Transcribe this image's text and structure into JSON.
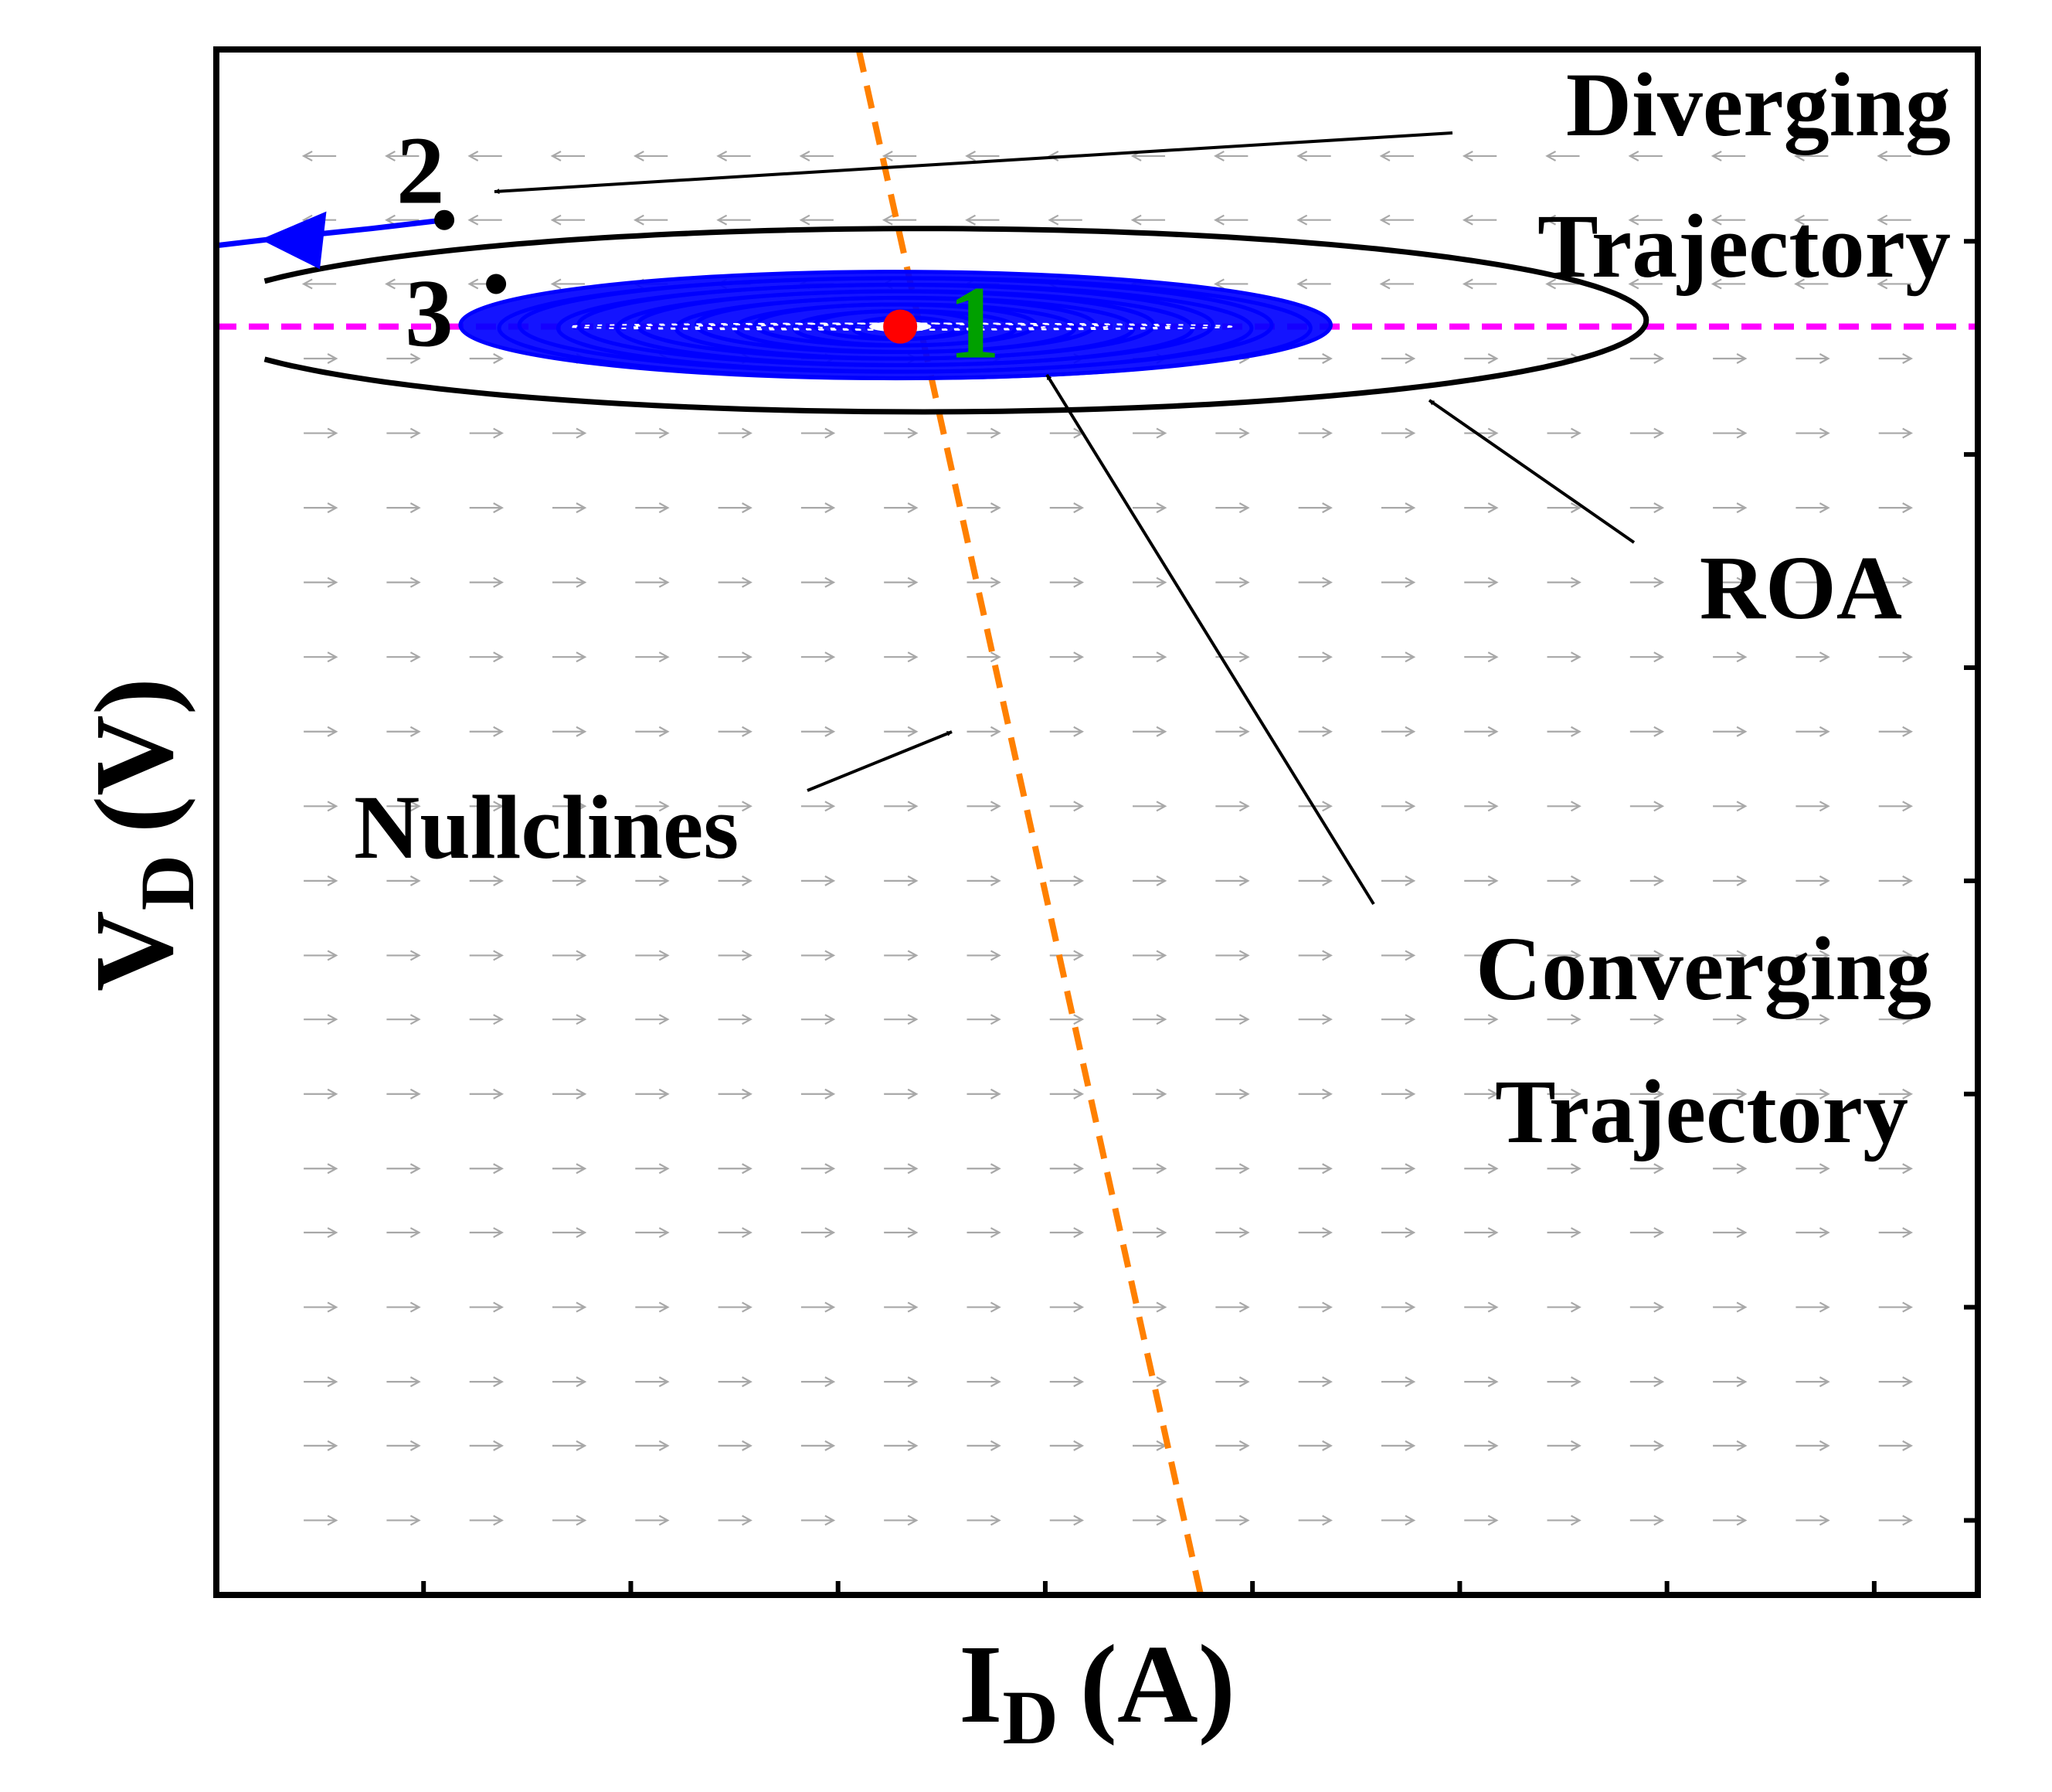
{
  "chart_data": {
    "type": "phase-portrait",
    "title": "",
    "xlabel": {
      "main": "I",
      "sub": "D",
      "unit": "(A)"
    },
    "ylabel": {
      "main": "V",
      "sub": "D",
      "unit": "(V)"
    },
    "xlim": [
      0,
      8.5
    ],
    "ylim": [
      0,
      7.25
    ],
    "xticks": [
      1,
      2,
      3,
      4,
      5,
      6,
      7,
      8
    ],
    "yticks": [
      0.35,
      1.35,
      2.35,
      3.35,
      4.35,
      5.35,
      6.35
    ],
    "tick_labels_shown": false,
    "colors": {
      "axes": "#000000",
      "vector_field": "#a8a8a8",
      "nullcline_v": "#ff8000",
      "nullcline_i": "#ff00ff",
      "converging": "#0000ff",
      "diverging": "#0000ff",
      "equilibrium": "#ff0000",
      "label_equilibrium": "#00a000",
      "roa": "#000000"
    },
    "vector_field": {
      "rows_v": [
        6.75,
        6.45,
        6.15,
        5.8,
        5.45,
        5.1,
        4.75,
        4.4,
        4.05,
        3.7,
        3.35,
        3.0,
        2.7,
        2.35,
        2.0,
        1.7,
        1.35,
        1.0,
        0.7,
        0.35
      ],
      "cols_i": [
        0.5,
        0.9,
        1.3,
        1.7,
        2.1,
        2.5,
        2.9,
        3.3,
        3.7,
        4.1,
        4.5,
        4.9,
        5.3,
        5.7,
        6.1,
        6.5,
        6.9,
        7.3,
        7.7,
        8.1
      ],
      "equilibrium_v": 5.95
    },
    "nullclines": [
      {
        "kind": "dI/dt=0",
        "points": [
          [
            3.1,
            7.25
          ],
          [
            4.75,
            0
          ]
        ]
      },
      {
        "kind": "dV/dt=0",
        "points": [
          [
            0,
            5.95
          ],
          [
            8.5,
            5.95
          ]
        ]
      }
    ],
    "roa_ellipse": {
      "center": [
        3.4,
        5.98
      ],
      "semi_axis_i": 3.5,
      "semi_axis_v": 0.43
    },
    "points": [
      {
        "id": "equilibrium",
        "label": "1",
        "i": 3.3,
        "v": 5.95
      },
      {
        "id": "start-diverging",
        "label": "2",
        "i": 1.1,
        "v": 6.45
      },
      {
        "id": "start-converging",
        "label": "3",
        "i": 1.35,
        "v": 6.15
      }
    ],
    "converging_trajectory": {
      "center": [
        3.3,
        5.95
      ],
      "outer_semi_i": 2.1,
      "outer_semi_v": 0.25,
      "inner_semi_i": 0.25,
      "inner_semi_v": 0.05,
      "loops": 14
    },
    "diverging_trajectory": [
      [
        1.1,
        6.45
      ],
      [
        0.75,
        6.41
      ],
      [
        0.35,
        6.37
      ],
      [
        0,
        6.33
      ],
      [
        0,
        0
      ]
    ],
    "annotations": [
      {
        "id": "diverging",
        "lines": [
          "Diverging",
          "Trajectory"
        ]
      },
      {
        "id": "converging",
        "lines": [
          "Converging",
          "Trajectory"
        ]
      },
      {
        "id": "roa",
        "lines": [
          "ROA"
        ]
      },
      {
        "id": "nullclines",
        "lines": [
          "Nullclines"
        ]
      }
    ]
  }
}
